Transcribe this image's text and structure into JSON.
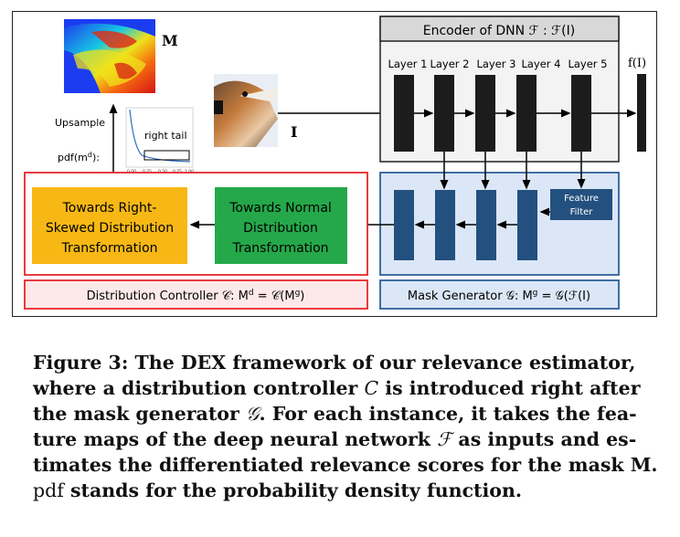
{
  "diagram": {
    "encoder_title": "Encoder of DNN ℱ :  ℱ(I)",
    "layers": [
      "Layer 1",
      "Layer 2",
      "Layer 3",
      "Layer 4",
      "Layer 5"
    ],
    "output_label": "f(I)",
    "input_label": "I",
    "mask_label": "M",
    "upsample_label": "Upsample",
    "pdf_label": "pdf(m",
    "pdf_sup": "d",
    "pdf_close": "):",
    "right_tail_label": "right tail",
    "pdf_ticks": [
      "0.00",
      "0.25",
      "0.50",
      "0.75",
      "1.00"
    ],
    "feature_filter_label": [
      "Feature",
      "Filter"
    ],
    "normal_box": [
      "Towards Normal",
      "Distribution",
      "Transformation"
    ],
    "skewed_box": [
      "Towards Right-",
      "Skewed Distribution",
      "Transformation"
    ],
    "controller_label": "Distribution Controller 𝒞: M",
    "controller_sup1": "d",
    "controller_mid": " = 𝒞(M",
    "controller_sup2": "g",
    "controller_end": ")",
    "generator_label": "Mask Generator 𝒢:   M",
    "generator_sup": "g",
    "generator_end": " = 𝒢(ℱ(I)",
    "colors": {
      "red_border": "#e8262a",
      "red_fill": "#fde9e9",
      "blue_border": "#2e5f9a",
      "blue_fill": "#dbe7f6",
      "blue_block": "#23507f",
      "orange_fill": "#f7b815",
      "green_fill": "#25a84a",
      "encoder_fill": "#f3f3f3",
      "encoder_title_fill": "#d8d8d8",
      "layer_block": "#1c1c1c"
    }
  },
  "caption": {
    "line1": "Figure 3: The DEX framework of our relevance estimator,",
    "line2a": "where a distribution controller ",
    "line2b": "C",
    "line2c": " is introduced right after",
    "line3a": "the mask generator ",
    "line3b": "𝒢",
    "line3c": ". For each instance, it takes the fea-",
    "line4a": "ture maps of the deep neural network ",
    "line4b": "ℱ",
    "line4c": " as inputs and es-",
    "line5": "timates the differentiated relevance scores for the mask M.",
    "line6a": "pdf",
    "line6b": " stands for the probability density function."
  }
}
